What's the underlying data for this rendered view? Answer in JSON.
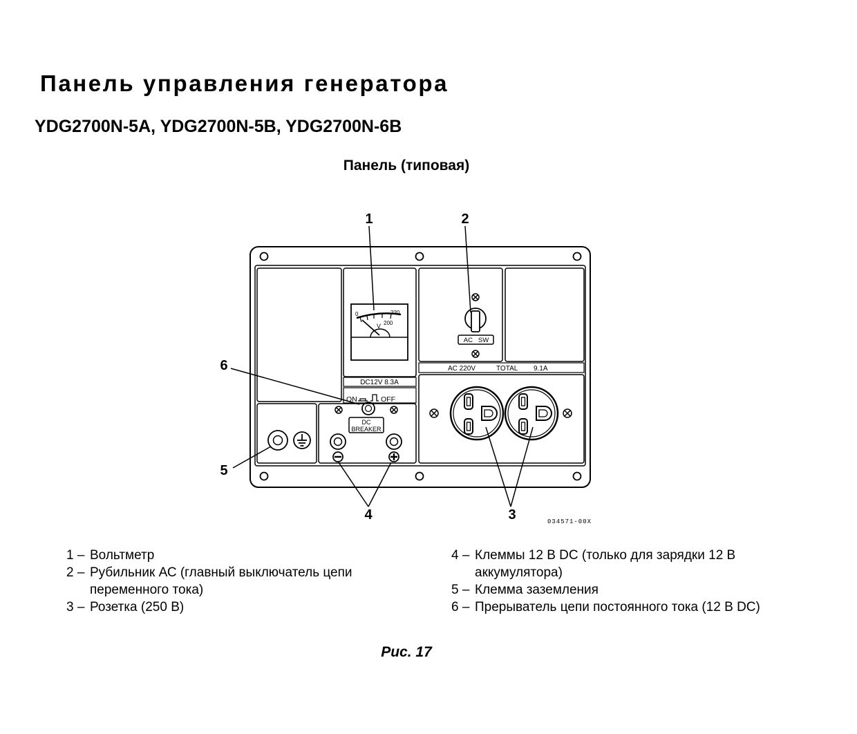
{
  "title": "Панель управления генератора",
  "models": "YDG2700N-5A, YDG2700N-5B, YDG2700N-6B",
  "caption": "Панель (типовая)",
  "callouts": [
    "1",
    "2",
    "3",
    "4",
    "5",
    "6"
  ],
  "panel_labels": {
    "dc_rating": "DC12V 8.3A",
    "on": "ON",
    "off": "OFF",
    "dc": "DC",
    "breaker": "BREAKER",
    "ac_sw": "AC   SW",
    "ac_rating": "AC 220V",
    "total": "TOTAL",
    "total_value": "9.1A",
    "meter_200": "200",
    "meter_220": "220",
    "meter_0": "0",
    "meter_unit": "V",
    "drawing_code": "034571-00X"
  },
  "legend_left": [
    {
      "num": "1 –",
      "text": "Вольтметр"
    },
    {
      "num": "2 –",
      "text": "Рубильник АС (главный выключатель цепи переменного тока)"
    },
    {
      "num": "3 –",
      "text": "Розетка (250 В)"
    }
  ],
  "legend_right": [
    {
      "num": "4 –",
      "text": "Клеммы 12 В DC (только для зарядки 12 В аккумулятора)"
    },
    {
      "num": "5 –",
      "text": "Клемма заземления"
    },
    {
      "num": "6 –",
      "text": "Прерыватель цепи постоянного тока (12 В DC)"
    }
  ],
  "figure_label": "Рис. 17"
}
